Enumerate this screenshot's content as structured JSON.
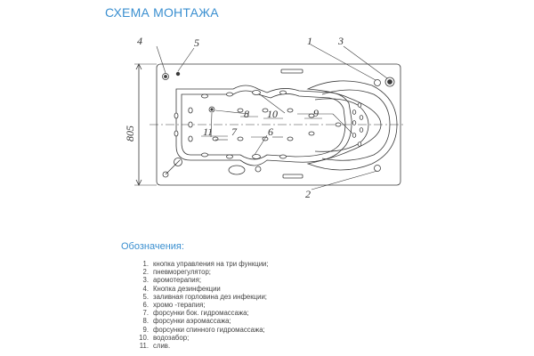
{
  "title": "СХЕМА МОНТАЖА",
  "dimension_label": "805",
  "callouts": [
    "1",
    "2",
    "3",
    "4",
    "5",
    "6",
    "7",
    "8",
    "9",
    "10",
    "11"
  ],
  "legend": {
    "heading": "Обозначения:",
    "items": [
      {
        "num": "1.",
        "text": "кнопка управления на три функции;"
      },
      {
        "num": "2.",
        "text": "пневморегулятор;"
      },
      {
        "num": "3.",
        "text": "аромотерапия;"
      },
      {
        "num": "4.",
        "text": "Кнопка дезинфекции"
      },
      {
        "num": "5.",
        "text": "заливная горловина дез инфекции;"
      },
      {
        "num": "6.",
        "text": "хромо -терапия;"
      },
      {
        "num": "7.",
        "text": "форсунки бок. гидромассажа;"
      },
      {
        "num": "8.",
        "text": "форсунки аэромассажа;"
      },
      {
        "num": "9.",
        "text": "форсунки спинного гидромассажа;"
      },
      {
        "num": "10.",
        "text": "водозабор;"
      },
      {
        "num": "11.",
        "text": "слив."
      }
    ]
  },
  "colors": {
    "title": "#3a8fd0",
    "lines": "#3a3a3a"
  }
}
